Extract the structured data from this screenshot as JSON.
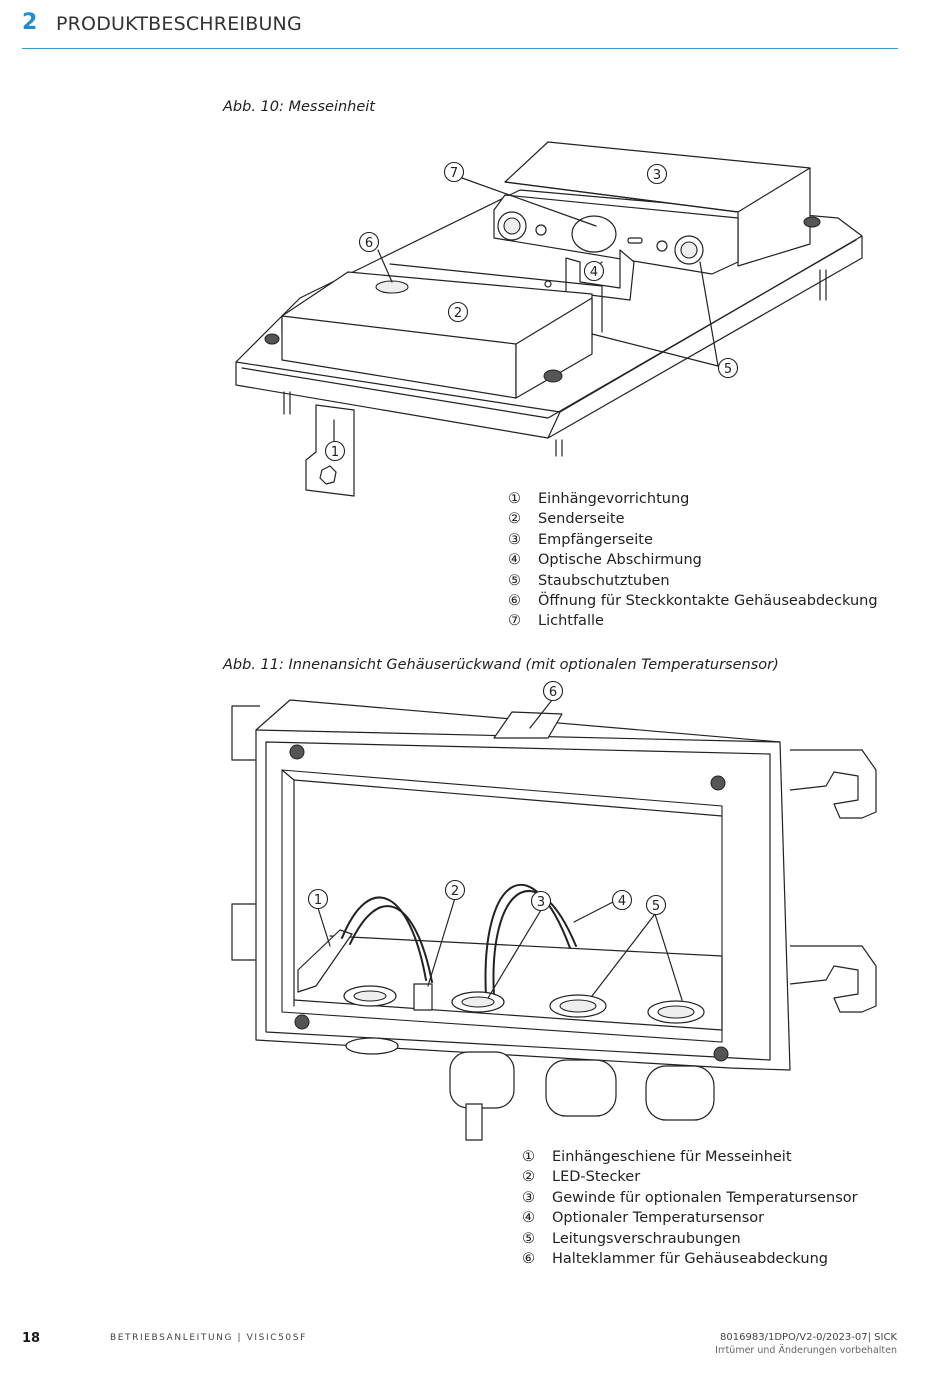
{
  "header": {
    "chapter_number": "2",
    "chapter_title": "PRODUKTBESCHREIBUNG"
  },
  "figure10": {
    "caption": "Abb. 10: Messeinheit",
    "callouts": [
      "1",
      "2",
      "3",
      "4",
      "5",
      "6",
      "7"
    ],
    "legend": [
      {
        "num": "①",
        "text": "Einhängevorrichtung"
      },
      {
        "num": "②",
        "text": "Senderseite"
      },
      {
        "num": "③",
        "text": "Empfängerseite"
      },
      {
        "num": "④",
        "text": "Optische Abschirmung"
      },
      {
        "num": "⑤",
        "text": "Staubschutztuben"
      },
      {
        "num": "⑥",
        "text": "Öffnung für Steckkontakte Gehäuseabdeckung"
      },
      {
        "num": "⑦",
        "text": "Lichtfalle"
      }
    ]
  },
  "figure11": {
    "caption": "Abb. 11: Innenansicht Gehäuserückwand (mit optionalen Temperatursensor)",
    "callouts": [
      "1",
      "2",
      "3",
      "4",
      "5",
      "6"
    ],
    "legend": [
      {
        "num": "①",
        "text": "Einhängeschiene für Messeinheit"
      },
      {
        "num": "②",
        "text": "LED-Stecker"
      },
      {
        "num": "③",
        "text": "Gewinde für optionalen Temperatursensor"
      },
      {
        "num": "④",
        "text": "Optionaler Temperatursensor"
      },
      {
        "num": "⑤",
        "text": "Leitungsverschraubungen"
      },
      {
        "num": "⑥",
        "text": "Halteklammer für Gehäuseabdeckung"
      }
    ]
  },
  "footer": {
    "page_number": "18",
    "doc_title": "BETRIEBSANLEITUNG | VISIC50SF",
    "doc_ref": "8016983/1DPO/V2-0/2023-07| SICK",
    "disclaimer": "Irrtümer und Änderungen vorbehalten"
  }
}
